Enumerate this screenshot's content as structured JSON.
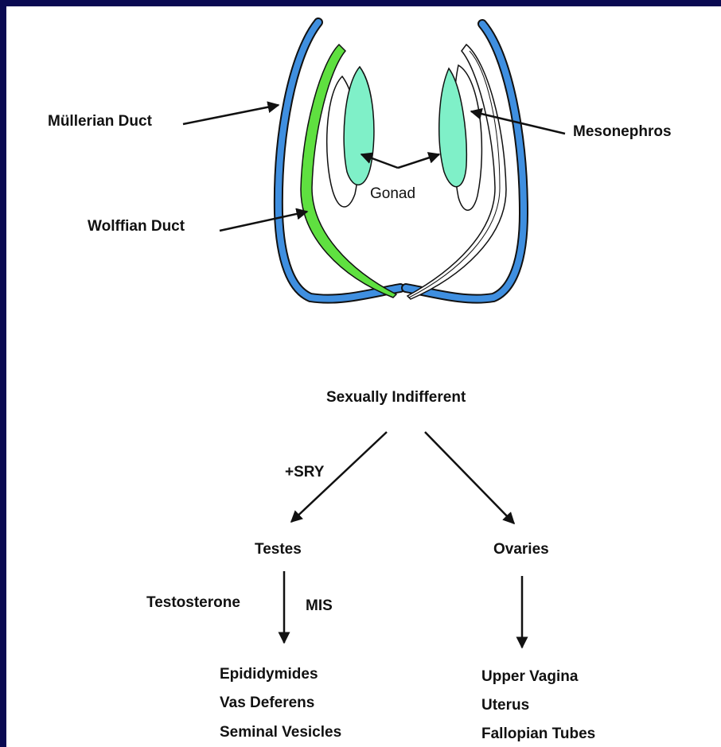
{
  "colors": {
    "frame": "#0a0a52",
    "mullerian_duct": "#3f8fe0",
    "wolffian_duct": "#5fe040",
    "gonad": "#7ff0c8",
    "outline": "#111111"
  },
  "anatomy": {
    "mullerian_label": "Müllerian Duct",
    "wolffian_label": "Wolffian Duct",
    "mesonephros_label": "Mesonephros",
    "gonad_label": "Gonad"
  },
  "flow": {
    "root": "Sexually Indifferent",
    "sry_label": "+SRY",
    "male": {
      "label": "Testes",
      "hormone_1": "Testosterone",
      "hormone_2": "MIS",
      "outcomes": [
        "Epididymides",
        "Vas Deferens",
        "Seminal Vesicles"
      ]
    },
    "female": {
      "label": "Ovaries",
      "outcomes": [
        "Upper Vagina",
        "Uterus",
        "Fallopian Tubes"
      ]
    }
  }
}
